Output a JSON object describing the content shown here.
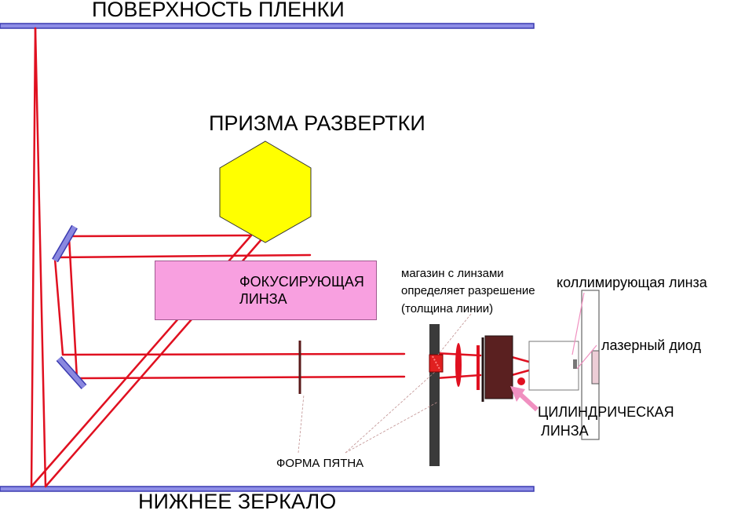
{
  "labels": {
    "film_surface": "ПОВЕРХНОСТЬ ПЛЕНКИ",
    "bottom_mirror": "НИЖНЕЕ ЗЕРКАЛО",
    "scan_prism": "ПРИЗМА РАЗВЕРТКИ",
    "focusing_lens_line1": "ФОКУСИРУЮЩАЯ",
    "focusing_lens_line2": "ЛИНЗА",
    "lens_magazine_line1": "магазин с линзами",
    "lens_magazine_line2": "определяет разрешение",
    "lens_magazine_line3": "(толщина линии)",
    "collimating_lens": "коллимирующая линза",
    "laser_diode": "лазерный диод",
    "cylindrical_lens_line1": "ЦИЛИНДРИЧЕСКАЯ",
    "cylindrical_lens_line2": "ЛИНЗА",
    "spot_shape": "ФОРМА ПЯТНА"
  },
  "colors": {
    "beam": "#e01020",
    "prism": "#ffff00",
    "focusing_lens": "#f8a0e0",
    "mirror": "#8a88e0",
    "surface_line": "#3a3ab0",
    "dark_element": "#3a3a3a",
    "cylinder_body": "#5a2020",
    "pointer_arrow": "#f090c0"
  }
}
